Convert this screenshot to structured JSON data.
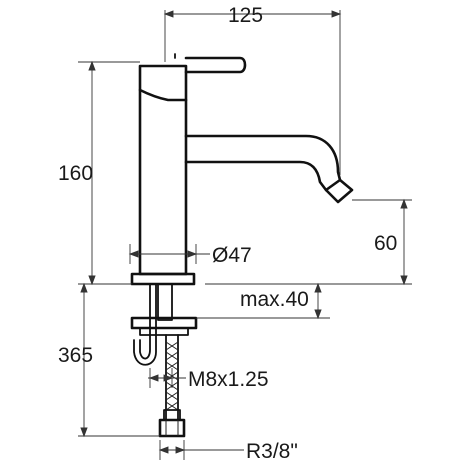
{
  "dimensions": {
    "spout_reach": "125",
    "height_above_deck": "160",
    "spout_outlet_height": "60",
    "base_diameter": "Ø47",
    "max_deck_thickness": "max.40",
    "hose_length": "365",
    "stud_thread": "M8x1.25",
    "hose_connection": "R3/8\""
  },
  "colors": {
    "line": "#111111",
    "background": "#ffffff"
  }
}
